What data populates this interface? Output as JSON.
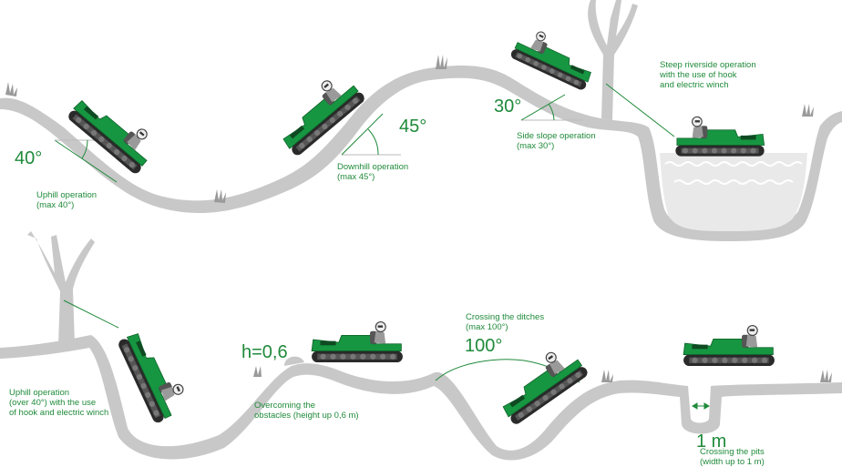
{
  "panels": [
    {
      "angle": "40°",
      "caption": "Uphill operation\n(max 40°)"
    },
    {
      "angle": "45°",
      "caption": "Downhill operation\n(max 45°)"
    },
    {
      "angle": "30°",
      "caption": "Side slope operation\n(max 30°)"
    },
    {
      "angle": "",
      "caption": "Steep riverside operation\nwith the use of hook\nand electric winch"
    },
    {
      "angle": "",
      "caption": "Uphill operation\n(over 40°) with the use\nof hook and electric winch"
    },
    {
      "angle": "h=0,6",
      "caption": "Overcoming the\nobstacles (height up 0,6 m)"
    },
    {
      "angle": "100°",
      "caption": "Crossing the ditches\n(max 100°)"
    },
    {
      "angle": "1 m",
      "caption": "Crossing the pits\n(width up to 1 m)"
    }
  ],
  "colors": {
    "accent": "#1f8a3a",
    "vehicle_body": "#179641",
    "terrain": "#c8c8c8",
    "water": "#e9e9e9"
  }
}
